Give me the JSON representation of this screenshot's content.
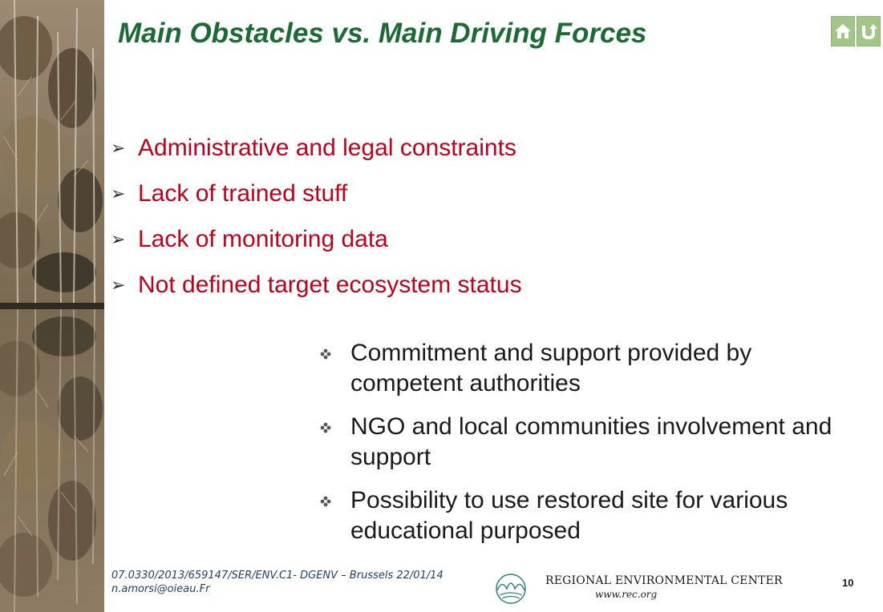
{
  "slide": {
    "title": "Main Obstacles vs. Main Driving Forces",
    "nav": {
      "home_icon": "home-icon",
      "back_icon": "return-arrow-icon"
    },
    "obstacles": [
      "Administrative and legal constraints",
      "Lack of trained stuff",
      "Lack of monitoring data",
      "Not defined target ecosystem status"
    ],
    "driving_forces": [
      "Commitment and support provided by competent authorities",
      "NGO and local communities involvement and support",
      "Possibility to use restored site for various educational purposed"
    ],
    "footer": {
      "reference": "07.0330/2013/659147/SER/ENV.C1- DGENV – Brussels 22/01/14",
      "email": "n.amorsi@oieau.Fr",
      "org_name": "REGIONAL ENVIRONMENTAL CENTER",
      "org_url": "www.rec.org",
      "page_number": "10"
    }
  },
  "colors": {
    "title": "#1c6b34",
    "obstacles_text": "#c0001a",
    "forces_text": "#1a1a1a",
    "nav_button": "#a3c587",
    "footer_text": "#1f3f70"
  }
}
